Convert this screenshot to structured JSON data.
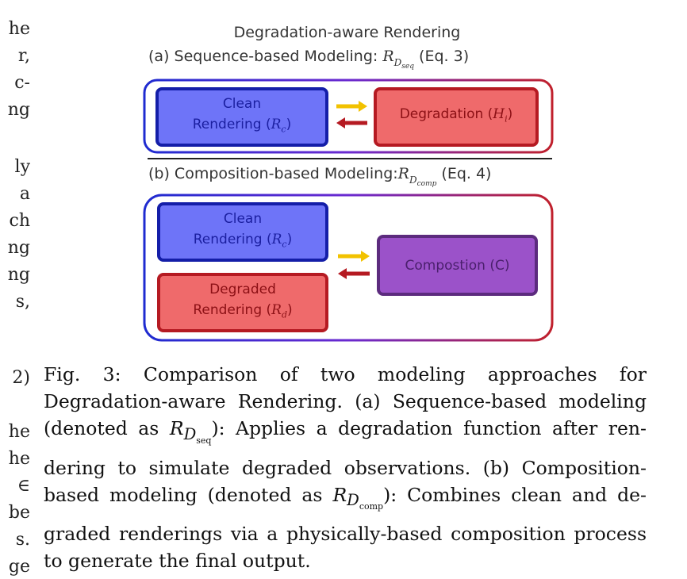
{
  "margin_fragments": [
    "he",
    "r,",
    "c-",
    "ng",
    "ly",
    "a",
    "ch",
    "ng",
    "ng",
    "s,",
    "2)",
    "he",
    "he",
    "∈",
    "be",
    "s.",
    "ge"
  ],
  "figure": {
    "title": "Degradation-aware Rendering",
    "section_a": {
      "label_prefix": "(a) Sequence-based Modeling: ",
      "symbol": "R",
      "subscript": "D",
      "subsubscript": "seq",
      "label_suffix": " (Eq. 3)",
      "clean_box": {
        "line1": "Clean",
        "line2": "Rendering (",
        "symbol": "R",
        "sub": "c",
        "close": ")"
      },
      "degradation_box": {
        "text": "Degradation (",
        "symbol": "H",
        "sub": "i",
        "close": ")"
      }
    },
    "section_b": {
      "label_prefix": "(b) Composition-based Modeling:",
      "symbol": "R",
      "subscript": "D",
      "subsubscript": "comp",
      "label_suffix": " (Eq. 4)",
      "clean_box": {
        "line1": "Clean",
        "line2": "Rendering (",
        "symbol": "R",
        "sub": "c",
        "close": ")"
      },
      "degraded_box": {
        "line1": "Degraded",
        "line2": "Rendering (",
        "symbol": "R",
        "sub": "d",
        "close": ")"
      },
      "composition_box": {
        "text": "Compostion (C)"
      }
    },
    "colors": {
      "blue": "#141ea8",
      "red": "#b51a22",
      "purple": "#5c2b7e",
      "arrow_yellow": "#f2c200",
      "arrow_red": "#b51a22"
    }
  },
  "caption": {
    "lines": [
      "Fig. 3: Comparison of two modeling approaches for",
      "Degradation-aware Rendering. (a) Sequence-based modeling",
      "(denoted as R_Dseq): Applies a degradation function after ren-",
      "dering to simulate degraded observations. (b) Composition-",
      "based modeling (denoted as R_Dcomp): Combines clean and de-",
      "graded renderings via a physically-based composition process",
      "to generate the final output."
    ],
    "line3_pre": "(denoted as ",
    "line3_post": "): Applies a degradation function after ren-",
    "line5_pre": "based modeling (denoted as ",
    "line5_post": "): Combines clean and de-",
    "sym_R": "R",
    "sym_D": "D",
    "sub_seq": "seq",
    "sub_comp": "comp"
  }
}
